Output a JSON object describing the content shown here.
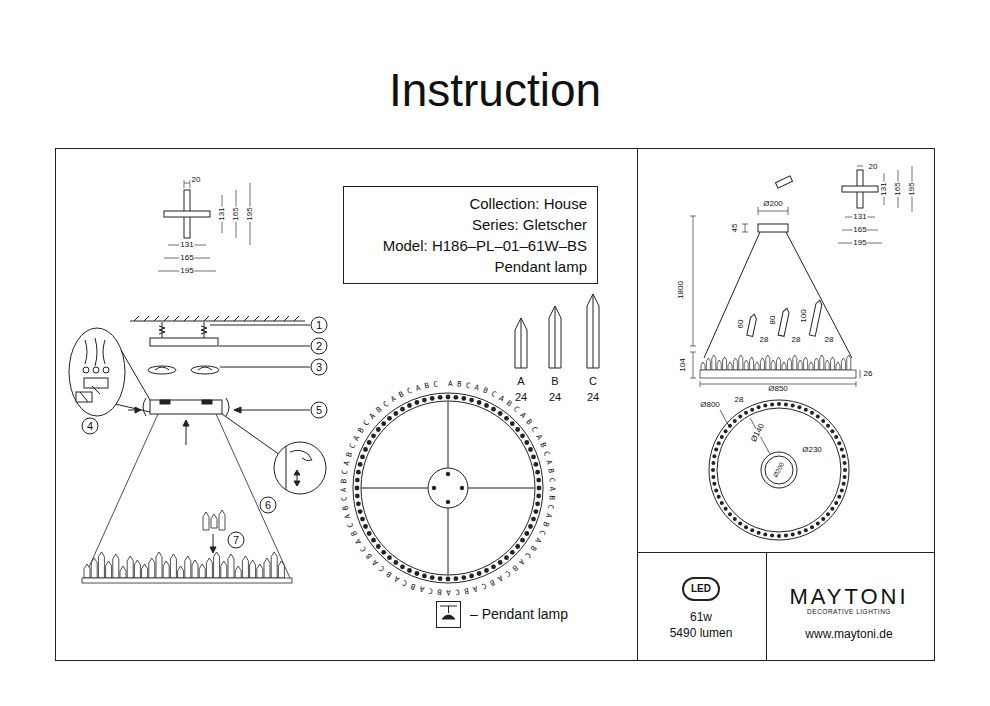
{
  "diagram": {
    "title": "Instruction",
    "nodes": [
      {
        "text": [
          "Collection: House",
          "Series: Gletscher",
          "Model: H186–PL–01–61W–BS",
          "Pendant lamp"
        ]
      },
      {
        "text": [
          "LED"
        ]
      }
    ],
    "labels": [
      "20",
      "131",
      "165",
      "195",
      "131",
      "165",
      "195",
      "1",
      "2",
      "3",
      "4",
      "5",
      "6",
      "7",
      "A",
      "B",
      "C",
      "24",
      "24",
      "24",
      "ABCABCABCABCABCABCABCABCABCABCABCABCABCABCABCABCABCABCABCABCABCABCABCABC",
      "– Pendant lamp",
      "Ø200",
      "45",
      "1800",
      "60",
      "28",
      "80",
      "28",
      "100",
      "28",
      "104",
      "26",
      "Ø850",
      "Ø800",
      "28",
      "Ø140",
      "Ø230",
      "Ø200",
      "20",
      "131",
      "165",
      "195",
      "131",
      "165",
      "195",
      "61w",
      "5490 lumen",
      "MAYTONI",
      "DECORATIVE LIGHTING",
      "www.maytoni.de"
    ]
  }
}
